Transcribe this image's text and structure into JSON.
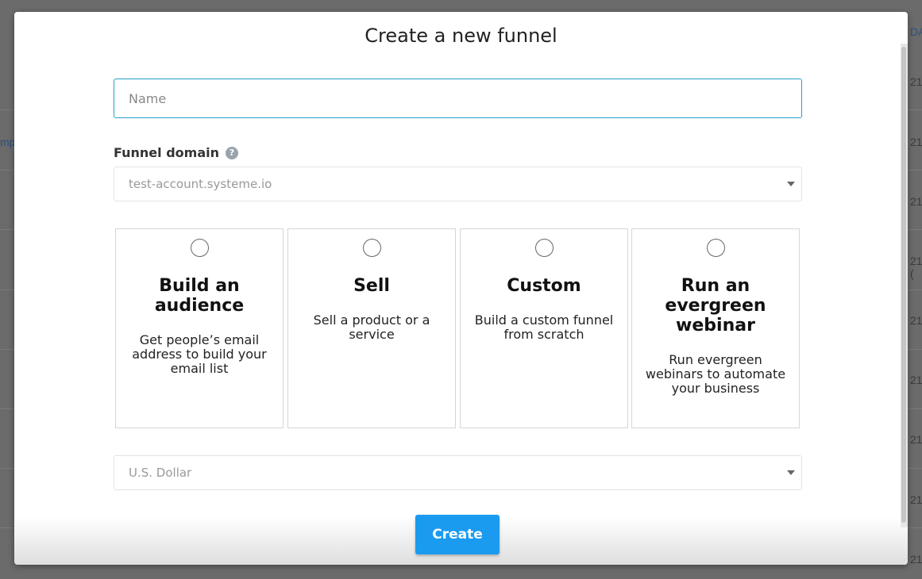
{
  "background": {
    "right_fragments": [
      "DA",
      "21",
      "21",
      "21",
      "21 (",
      "21",
      "21",
      "21",
      "21",
      "21"
    ],
    "left_fragment": "mp"
  },
  "modal": {
    "title": "Create a new funnel",
    "name_placeholder": "Name",
    "domain_label": "Funnel domain",
    "help_icon_glyph": "?",
    "domain_value": "test-account.systeme.io",
    "cards": [
      {
        "title": "Build an audience",
        "description": "Get people’s email address to build your email list"
      },
      {
        "title": "Sell",
        "description": "Sell a product or a service"
      },
      {
        "title": "Custom",
        "description": "Build a custom funnel from scratch"
      },
      {
        "title": "Run an evergreen webinar",
        "description": "Run evergreen webinars to automate your business"
      }
    ],
    "currency_value": "U.S. Dollar",
    "create_label": "Create"
  },
  "colors": {
    "accent": "#1a9bf0",
    "input_focus_border": "#27a0c9"
  },
  "icons": [
    "question-circle-icon",
    "caret-down-icon",
    "radio-circle-icon"
  ]
}
